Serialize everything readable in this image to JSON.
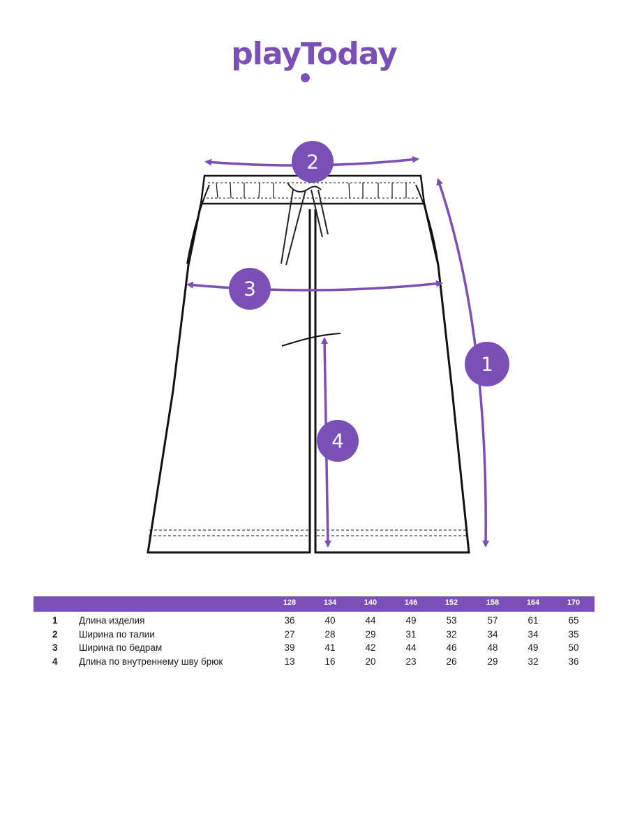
{
  "brand": {
    "logo_text": "playToday",
    "accent_color": "#7a4fb6"
  },
  "diagram": {
    "garment": "shorts",
    "markers": [
      {
        "id": "2",
        "label": "2"
      },
      {
        "id": "3",
        "label": "3"
      },
      {
        "id": "1",
        "label": "1"
      },
      {
        "id": "4",
        "label": "4"
      }
    ]
  },
  "size_table": {
    "sizes": [
      "128",
      "134",
      "140",
      "146",
      "152",
      "158",
      "164",
      "170"
    ],
    "rows": [
      {
        "num": "1",
        "label": "Длина изделия",
        "values": [
          "36",
          "40",
          "44",
          "49",
          "53",
          "57",
          "61",
          "65"
        ]
      },
      {
        "num": "2",
        "label": "Ширина по талии",
        "values": [
          "27",
          "28",
          "29",
          "31",
          "32",
          "34",
          "34",
          "35"
        ]
      },
      {
        "num": "3",
        "label": "Ширина по бедрам",
        "values": [
          "39",
          "41",
          "42",
          "44",
          "46",
          "48",
          "49",
          "50"
        ]
      },
      {
        "num": "4",
        "label": "Длина по внутреннему шву брюк",
        "values": [
          "13",
          "16",
          "20",
          "23",
          "26",
          "29",
          "32",
          "36"
        ]
      }
    ]
  }
}
